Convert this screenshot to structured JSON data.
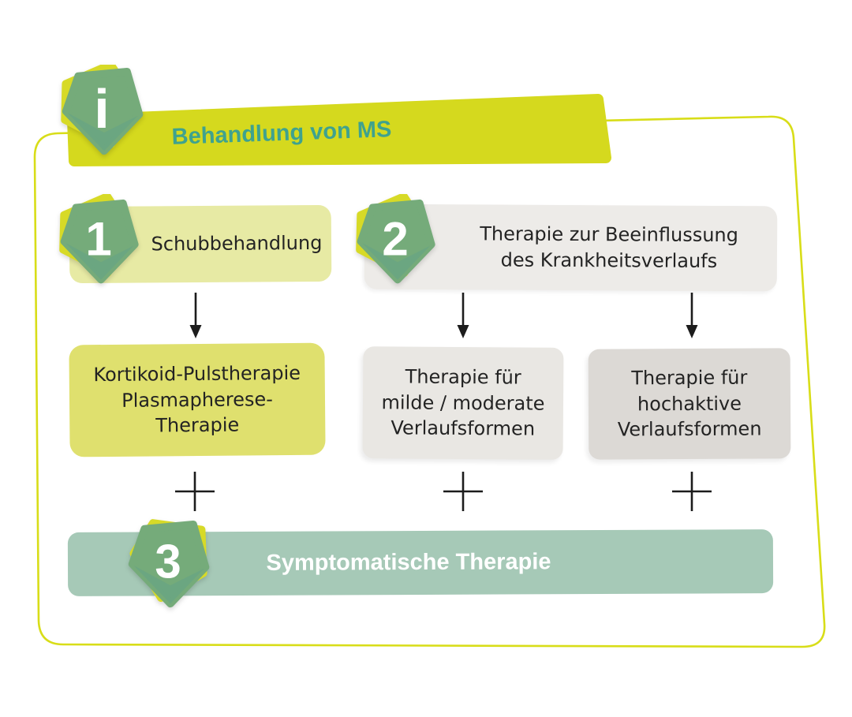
{
  "header": {
    "info_symbol": "i",
    "title": "Behandlung von MS"
  },
  "steps": {
    "one": {
      "number": "1",
      "label": "Schubbehandlung"
    },
    "two": {
      "number": "2",
      "label": "Therapie zur Beeinflussung\ndes Krankheitsverlaufs"
    },
    "three": {
      "number": "3",
      "label": "Symptomatische Therapie"
    }
  },
  "branches": {
    "relapse": {
      "label": "Kortikoid-Pulstherapie\nPlasmapherese-\nTherapie"
    },
    "mild_moderate": {
      "label": "Therapie für\nmilde / moderate\nVerlaufsformen"
    },
    "highly_active": {
      "label": "Therapie für\nhochaktive\nVerlaufsformen"
    }
  },
  "colors": {
    "frame_yellow": "#d8dd18",
    "banner_yellow": "#d5d91e",
    "badge_green": "#75ab7a",
    "badge_back_yellow": "#d7da27",
    "title_teal": "#3fa28e",
    "box_light_yellow_green": "#e7eaa4",
    "box_yellow_green": "#dfe06e",
    "box_light_gray": "#edebe8",
    "box_gray": "#dcd9d5",
    "band_teal": "#a6c9b7",
    "text_dark": "#232323",
    "text_white": "#ffffff"
  }
}
